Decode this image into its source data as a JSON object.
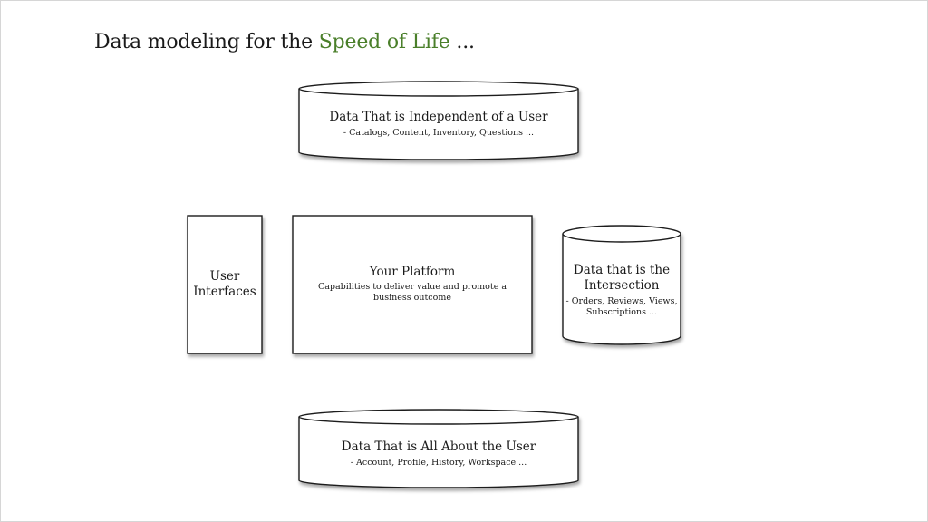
{
  "title": {
    "prefix": "Data modeling for the ",
    "accent": "Speed of Life",
    "suffix": " ..."
  },
  "shapes": {
    "top_store": {
      "title": "Data That is Independent of a User",
      "subtitle": "- Catalogs, Content, Inventory, Questions ..."
    },
    "user_interfaces": {
      "title": "User Interfaces"
    },
    "platform": {
      "title": "Your Platform",
      "subtitle": "Capabilities to deliver value and promote a business outcome"
    },
    "intersection_store": {
      "title": "Data that is the Intersection",
      "subtitle": "- Orders, Reviews, Views, Subscriptions ..."
    },
    "bottom_store": {
      "title": "Data That is All About the User",
      "subtitle": "- Account, Profile, History, Workspace ..."
    }
  },
  "colors": {
    "accent": "#4a7f2a",
    "stroke": "#1a1a1a",
    "fill": "#ffffff"
  }
}
